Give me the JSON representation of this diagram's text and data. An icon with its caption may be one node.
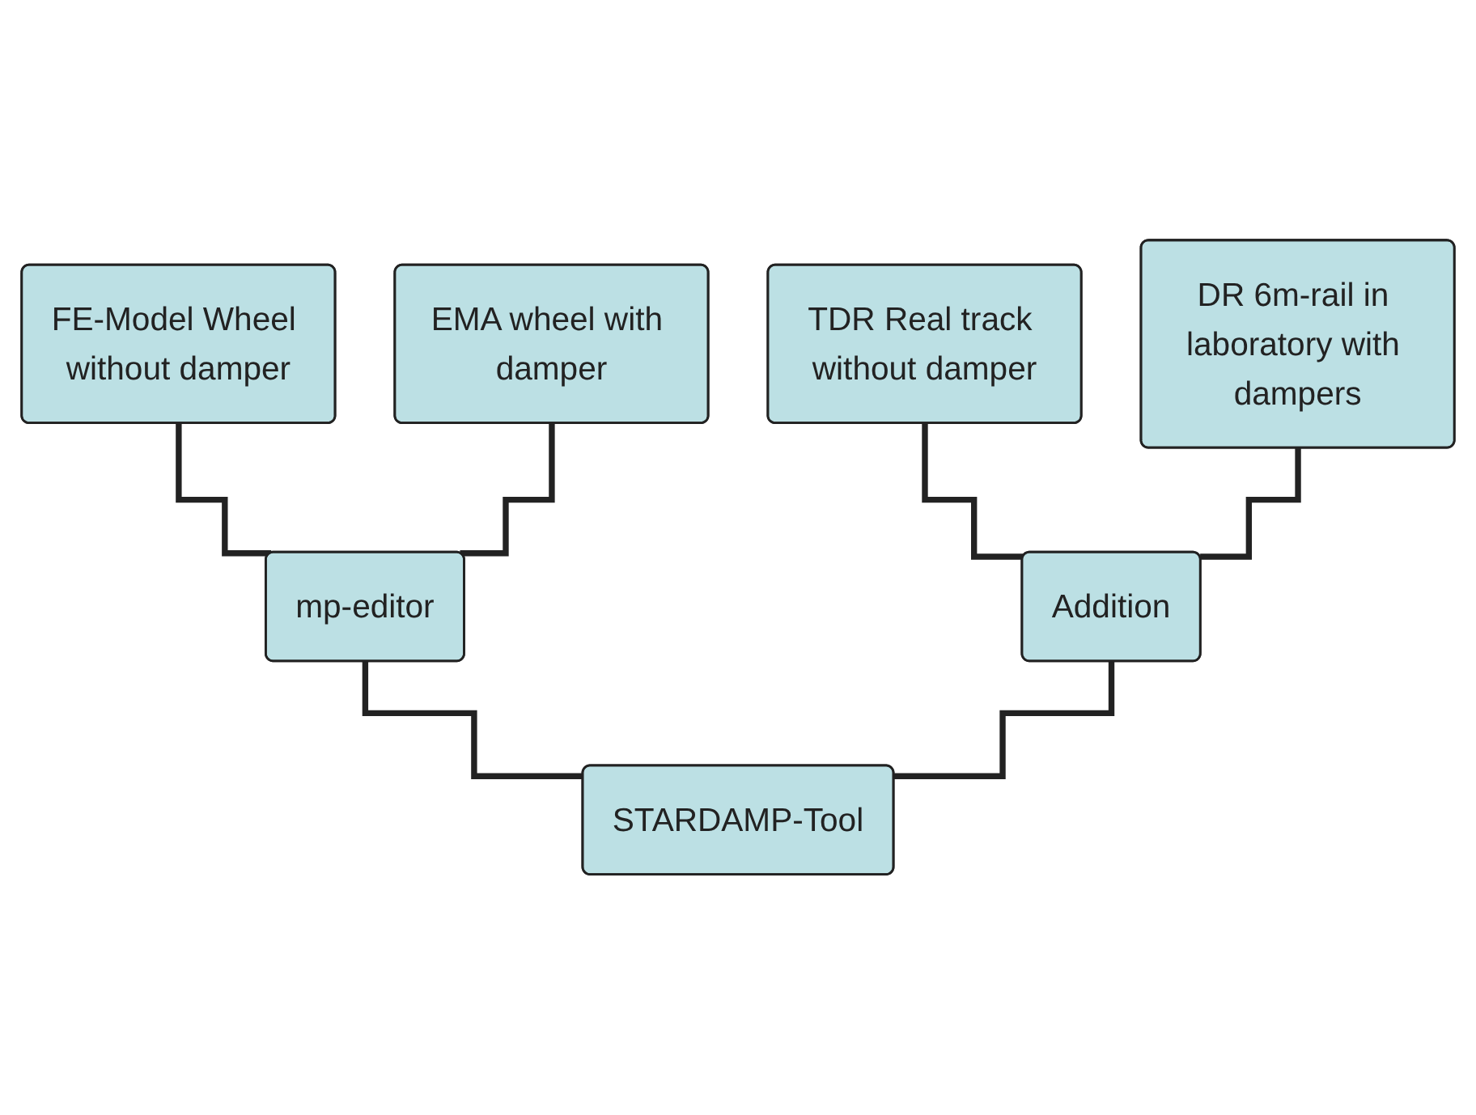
{
  "diagram": {
    "nodes": [
      {
        "text": [
          "FE-Model Wheel without damper"
        ]
      },
      {
        "text": [
          "EMA wheel with damper"
        ]
      },
      {
        "text": [
          "TDR Real track without damper"
        ]
      },
      {
        "text": [
          "DR 6m-rail in laboratory with dampers"
        ]
      },
      {
        "text": [
          "mp-editor"
        ]
      },
      {
        "text": [
          "Addition"
        ]
      },
      {
        "text": [
          "STARDAMP-Tool"
        ]
      }
    ],
    "edges": [
      {
        "from": 0,
        "to": 4,
        "arrow": "none"
      },
      {
        "from": 1,
        "to": 4,
        "arrow": "none"
      },
      {
        "from": 2,
        "to": 5,
        "arrow": "none"
      },
      {
        "from": 3,
        "to": 5,
        "arrow": "none"
      },
      {
        "from": 4,
        "to": 6,
        "arrow": "none"
      },
      {
        "from": 5,
        "to": 6,
        "arrow": "none"
      }
    ]
  }
}
